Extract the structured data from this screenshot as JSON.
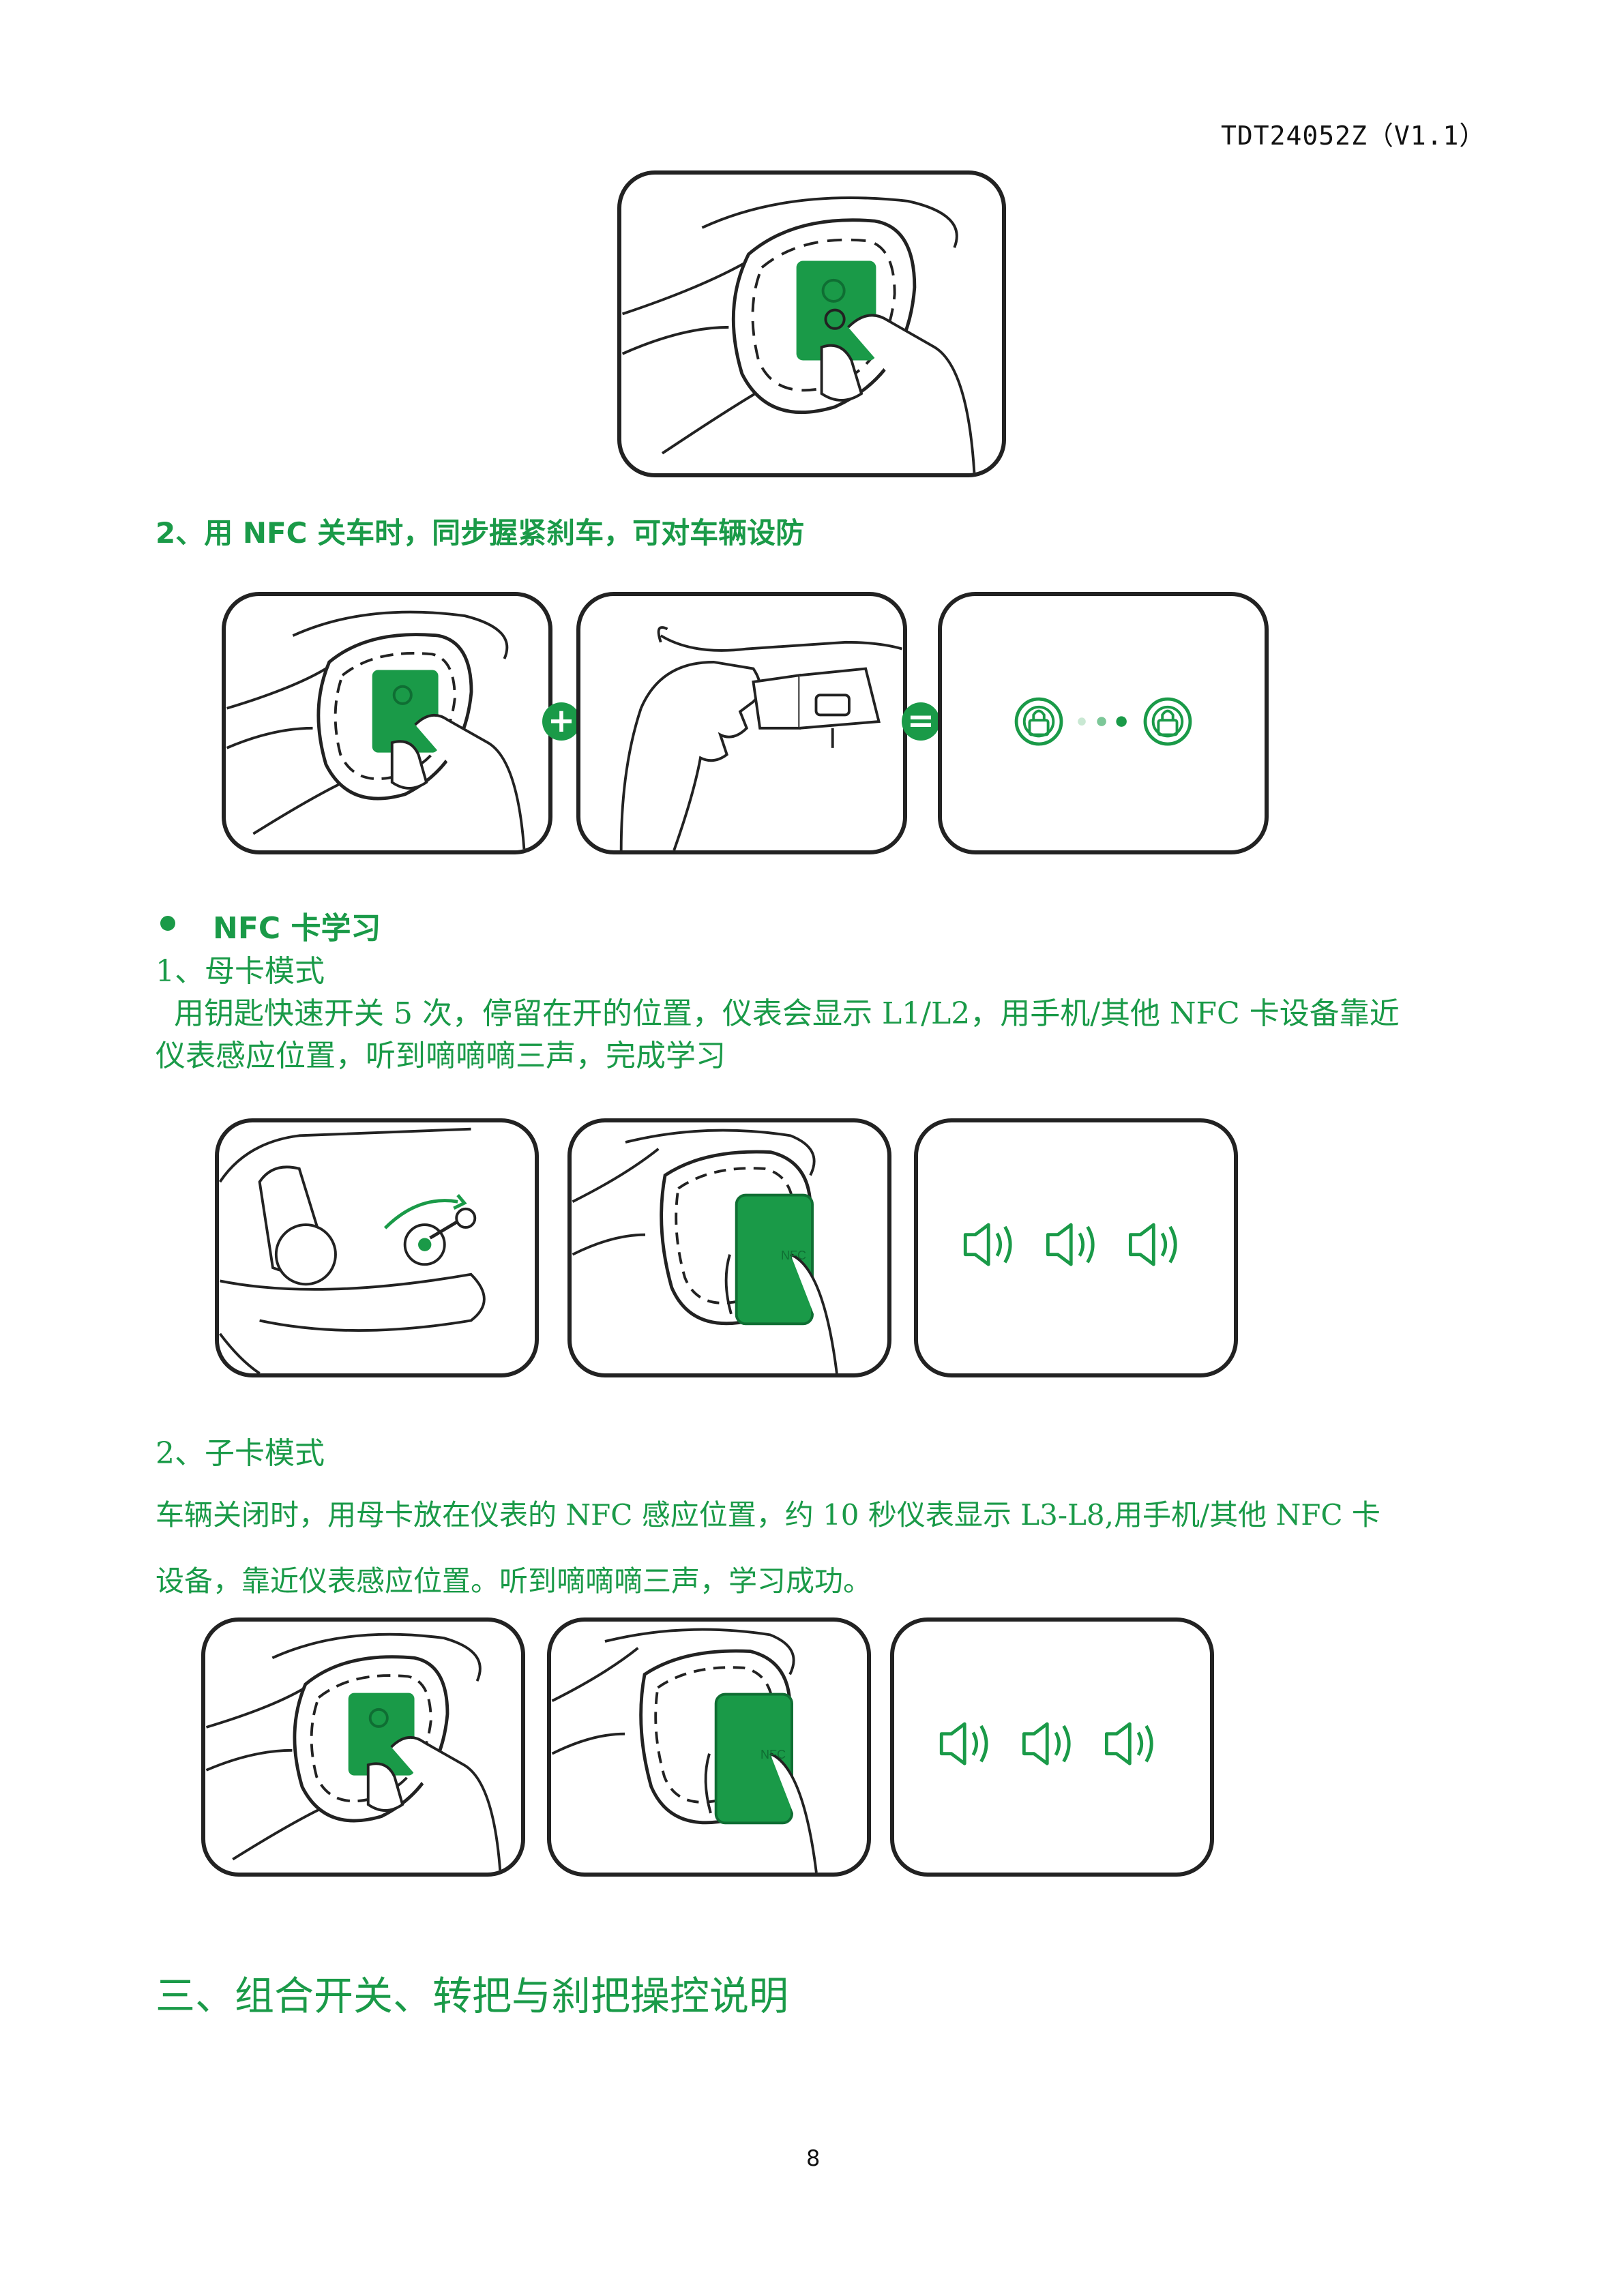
{
  "header": {
    "doc_code": "TDT24052Z（V1.1）"
  },
  "step2": {
    "title": "2、用 NFC 关车时，同步握紧刹车，可对车辆设防",
    "plus": "+",
    "equals": "="
  },
  "nfc_learning": {
    "heading": "NFC 卡学习",
    "mother": {
      "title": "1、母卡模式",
      "line1": "用钥匙快速开关 5 次，停留在开的位置，仪表会显示 L1/L2，用手机/其他 NFC 卡设备靠近",
      "line2": "仪表感应位置，听到嘀嘀嘀三声，完成学习"
    },
    "child": {
      "title": "2、子卡模式",
      "line1": "车辆关闭时，用母卡放在仪表的 NFC 感应位置，约 10 秒仪表显示 L3-L8,用手机/其他 NFC 卡",
      "line2": "设备，靠近仪表感应位置。听到嘀嘀嘀三声，学习成功。"
    },
    "phone_label": "NFC"
  },
  "section3": {
    "title": "三、组合开关、转把与刹把操控说明"
  },
  "footer": {
    "page_number": "8"
  },
  "colors": {
    "accent": "#1a9a48",
    "line": "#222222"
  }
}
